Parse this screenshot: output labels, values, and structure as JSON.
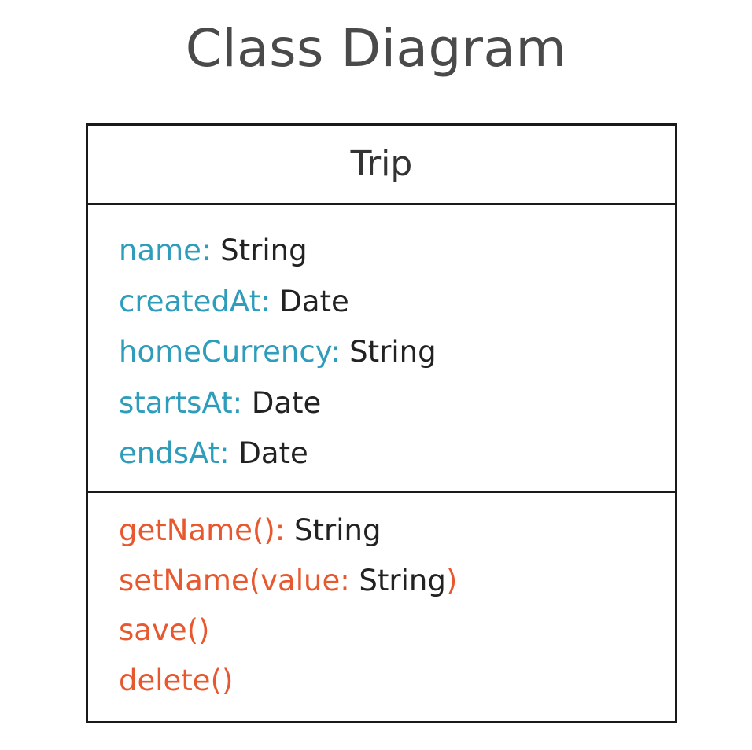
{
  "title": "Class Diagram",
  "class": {
    "name": "Trip",
    "attributes": [
      {
        "name": "name:",
        "type": " String"
      },
      {
        "name": "createdAt:",
        "type": " Date"
      },
      {
        "name": "homeCurrency:",
        "type": " String"
      },
      {
        "name": "startsAt:",
        "type": " Date"
      },
      {
        "name": "endsAt:",
        "type": " Date"
      }
    ],
    "methods": [
      {
        "prefix": "getName():",
        "type": " String",
        "suffix": ""
      },
      {
        "prefix": "setName(value:",
        "type": " String",
        "suffix": ")"
      },
      {
        "prefix": "save()",
        "type": "",
        "suffix": ""
      },
      {
        "prefix": "delete()",
        "type": "",
        "suffix": ""
      }
    ]
  },
  "colors": {
    "attribute": "#2e9dbc",
    "method": "#e8582f",
    "type": "#222222",
    "border": "#1a1a1a"
  }
}
